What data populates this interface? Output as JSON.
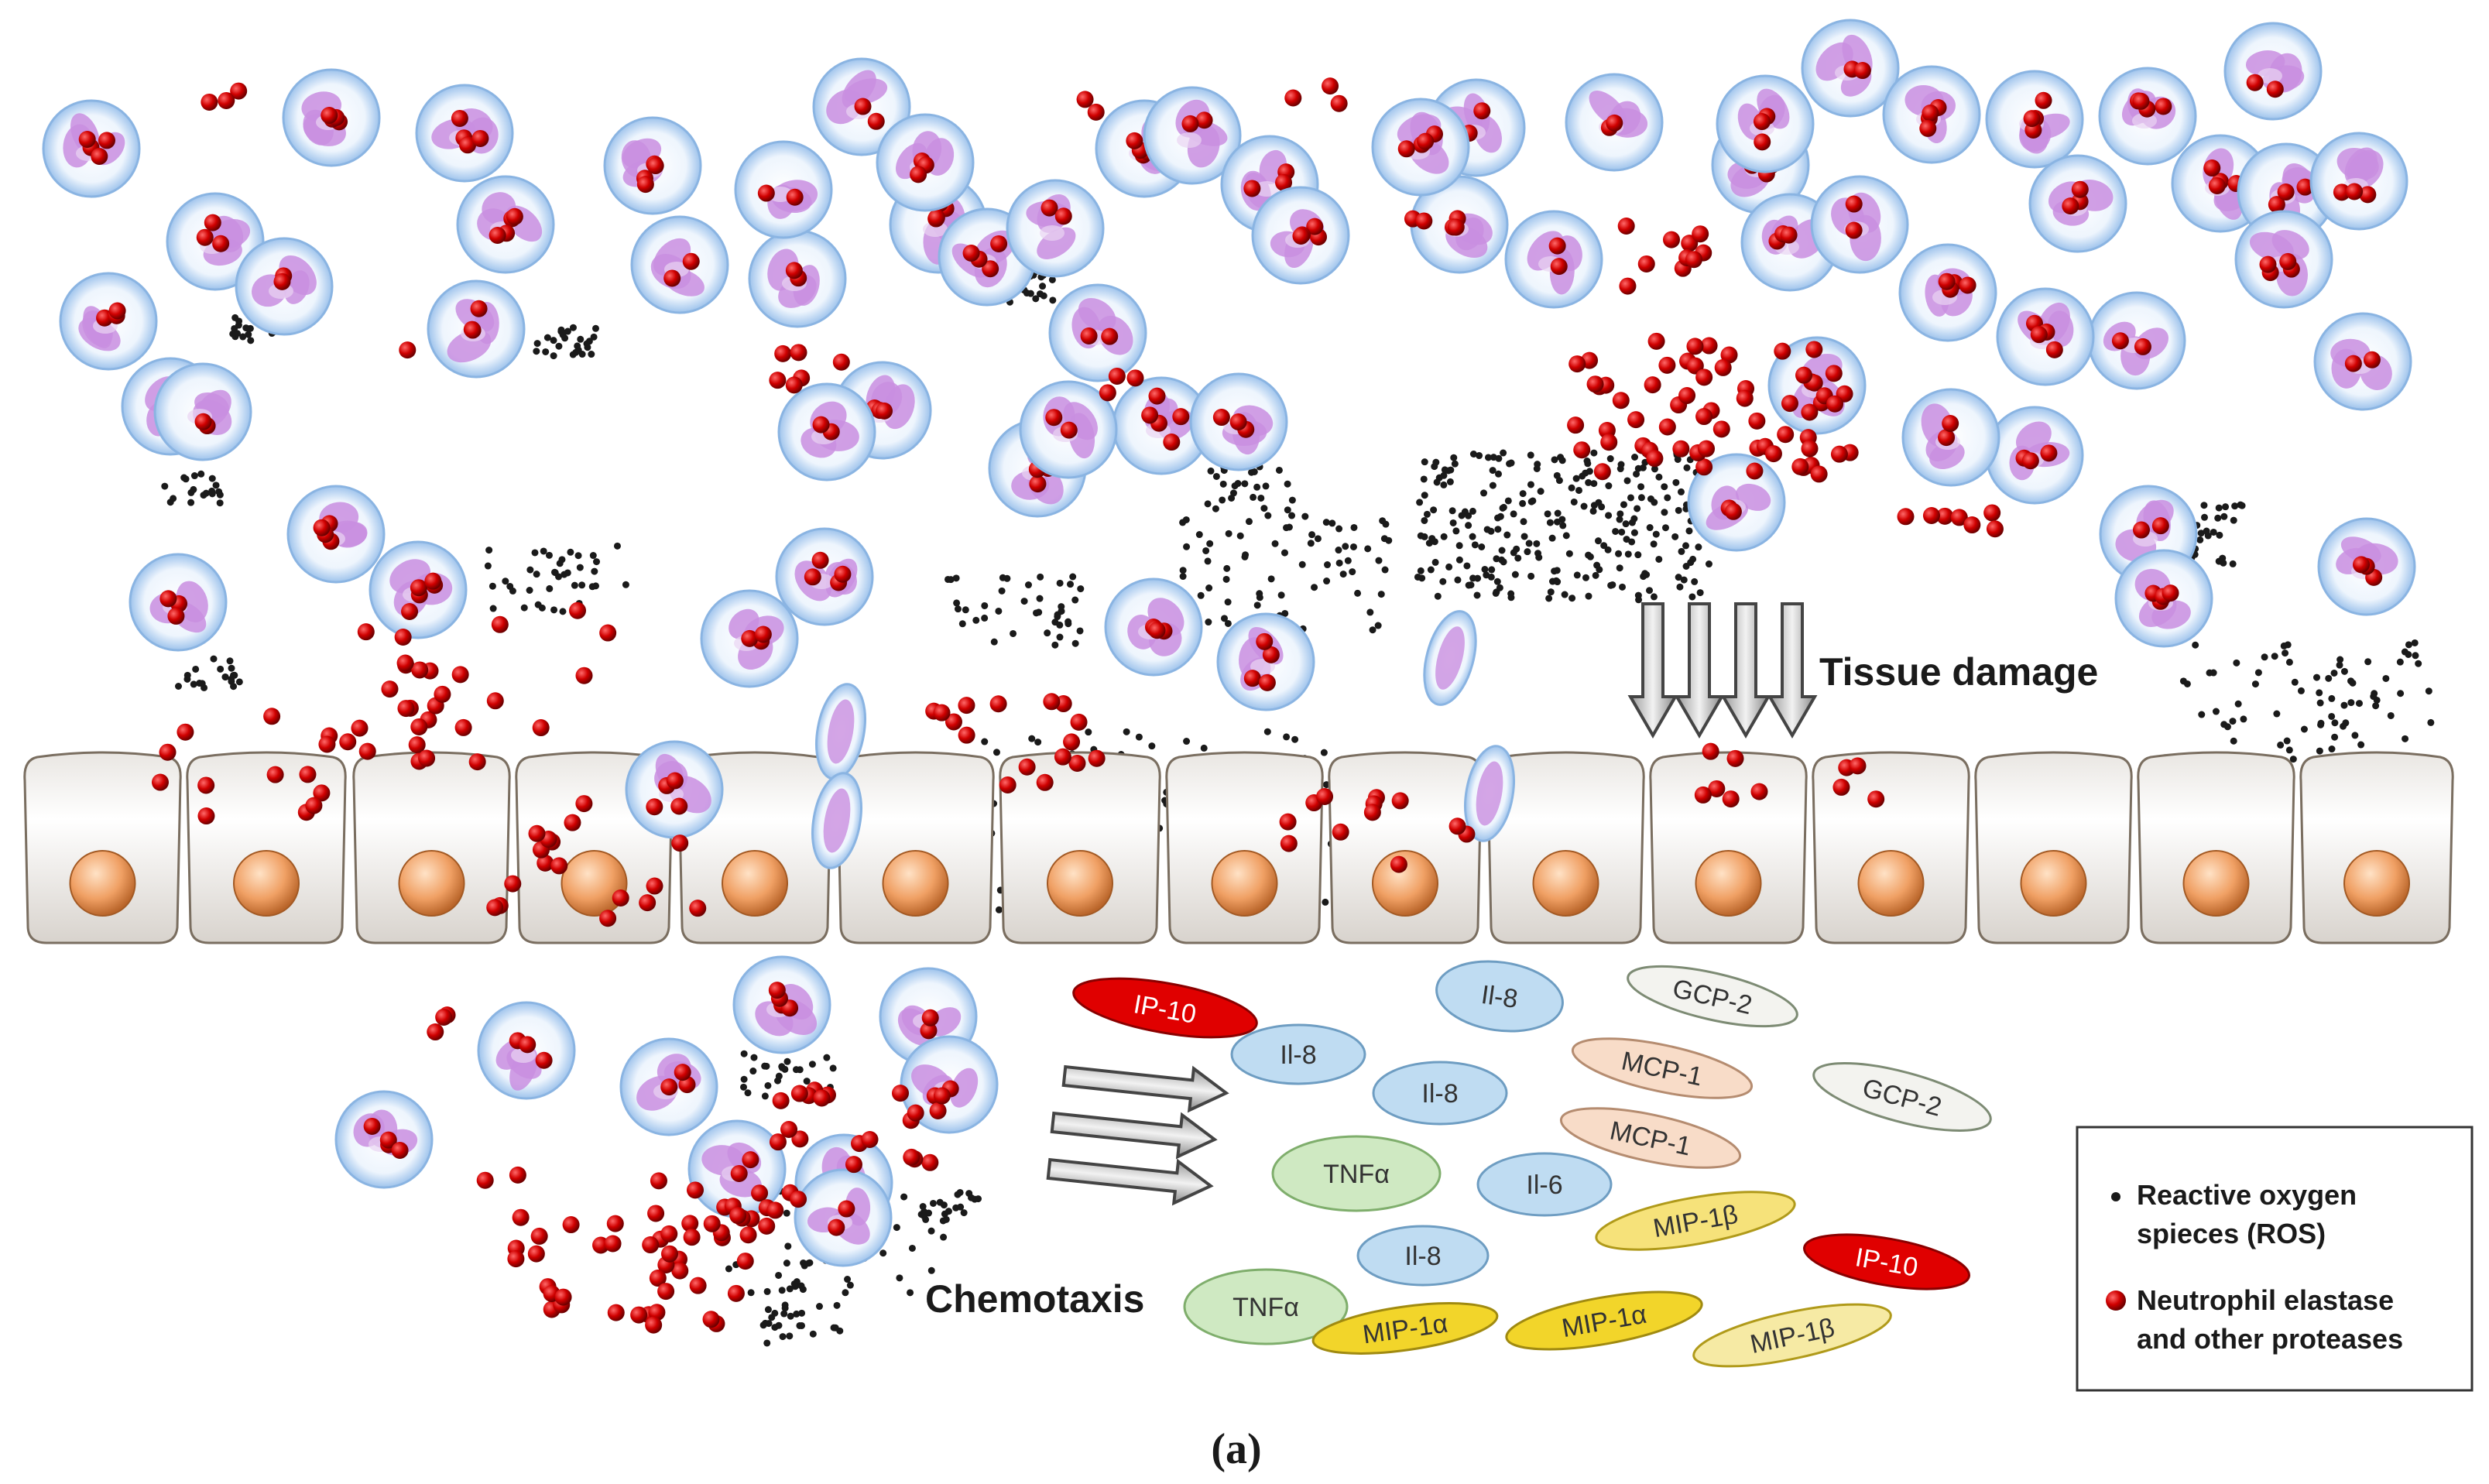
{
  "annotations": {
    "tissue_damage": "Tissue damage",
    "chemotaxis": "Chemotaxis"
  },
  "panel_label": "(a)",
  "legend": {
    "ros_line1": "Reactive oxygen",
    "ros_line2": "spieces (ROS)",
    "protease_line1": "Neutrophil elastase",
    "protease_line2": "and other proteases"
  },
  "cytokines": {
    "c01": "IP-10",
    "c02": "Il-8",
    "c03": "Il-8",
    "c04": "Il-8",
    "c05": "TNFα",
    "c06": "Il-6",
    "c07": "Il-8",
    "c08": "TNFα",
    "c09": "GCP-2",
    "c10": "MCP-1",
    "c11": "MCP-1",
    "c12": "GCP-2",
    "c13": "MIP-1β",
    "c14": "IP-10",
    "c15": "MIP-1α",
    "c16": "MIP-1α",
    "c17": "MIP-1β"
  },
  "colors": {
    "cell_membrane": "#9ec3ec",
    "nucleus_lobes": "#c98ee0",
    "granule_red": "#cc0000",
    "ros_black": "#1a1a1a",
    "epithelium_fill": "#e8e4df",
    "epithelial_nucleus": "#f0a064",
    "ip10": "#e00000",
    "il_blue": "#bfdcf2",
    "tnf_green": "#cfe9c2",
    "gcp_gray": "#f3f3ef",
    "mcp_peach": "#f8dcc8",
    "mip_yellow": "#f2d52a"
  }
}
